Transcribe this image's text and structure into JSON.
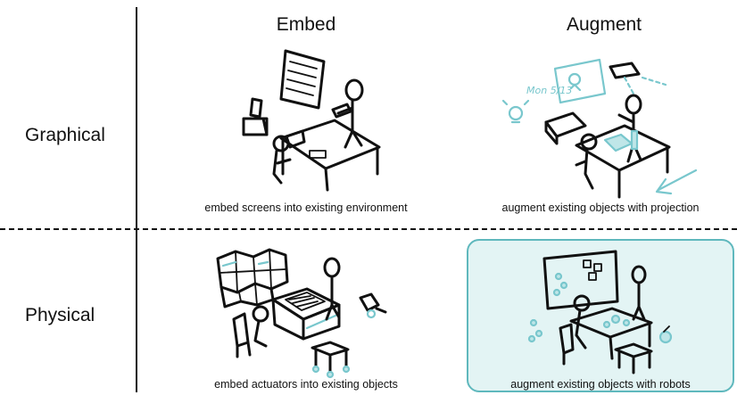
{
  "columns": {
    "embed": "Embed",
    "augment": "Augment"
  },
  "rows": {
    "graphical": "Graphical",
    "physical": "Physical"
  },
  "captions": {
    "graphical_embed": "embed screens into existing environment",
    "graphical_augment": "augment existing objects with projection",
    "physical_embed": "embed actuators into existing objects",
    "physical_augment": "augment existing objects with robots"
  },
  "sketch_text": {
    "calendar": "Mon 5/13"
  },
  "colors": {
    "accent": "#79c7cd",
    "highlight_fill": "#e3f4f4",
    "highlight_border": "#5fb8bd",
    "ink": "#111111"
  },
  "highlighted_cell": "physical_augment"
}
